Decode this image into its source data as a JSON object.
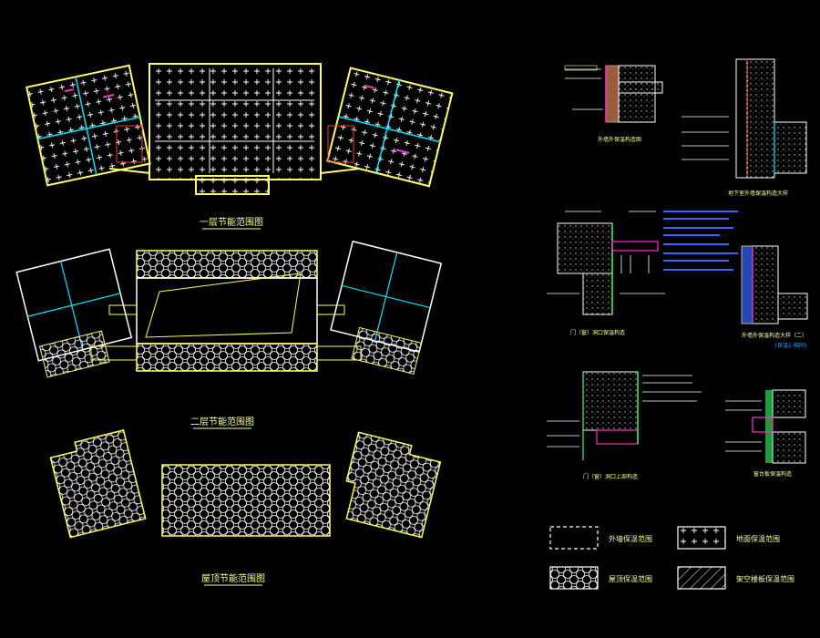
{
  "drawing": {
    "background": "#000000",
    "colors": {
      "wall": "#ffff66",
      "outline": "#ffffff",
      "cyan": "#00e5ff",
      "magenta": "#ff33cc",
      "green": "#33ff66",
      "blue": "#3366ff",
      "red": "#ff3333",
      "text": "#ffff99"
    }
  },
  "plans": {
    "floor1_title": "一层节能范围图",
    "floor2_title": "二层节能范围图",
    "roof_title": "屋顶节能范围图"
  },
  "details": {
    "d1_caption": "外墙外保温构造图",
    "d2_caption": "地下室外墙保温构造大样",
    "d3_caption": "门（窗）洞口保温构造",
    "d4_caption": "外墙外保温构造大样（二）",
    "d4_note": "(保温1-相同)",
    "d5_caption": "门（窗）洞口上部构造",
    "d6_caption": "窗台板保温构造"
  },
  "legend": {
    "items": [
      {
        "label": "外墙保温范围"
      },
      {
        "label": "地面保温范围"
      },
      {
        "label": "屋顶保温范围"
      },
      {
        "label": "架空楼板保温范围"
      }
    ]
  }
}
